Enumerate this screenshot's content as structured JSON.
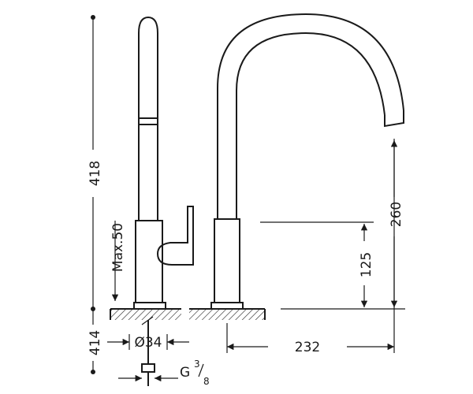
{
  "dimensions": {
    "total_height": "418",
    "spout_height": "260",
    "lever_height": "125",
    "max_thickness": "Max.50",
    "below_surface": "414",
    "hole_diameter": "Ø34",
    "reach": "232",
    "thread_prefix": "G",
    "thread_num": "3",
    "thread_den": "8"
  }
}
